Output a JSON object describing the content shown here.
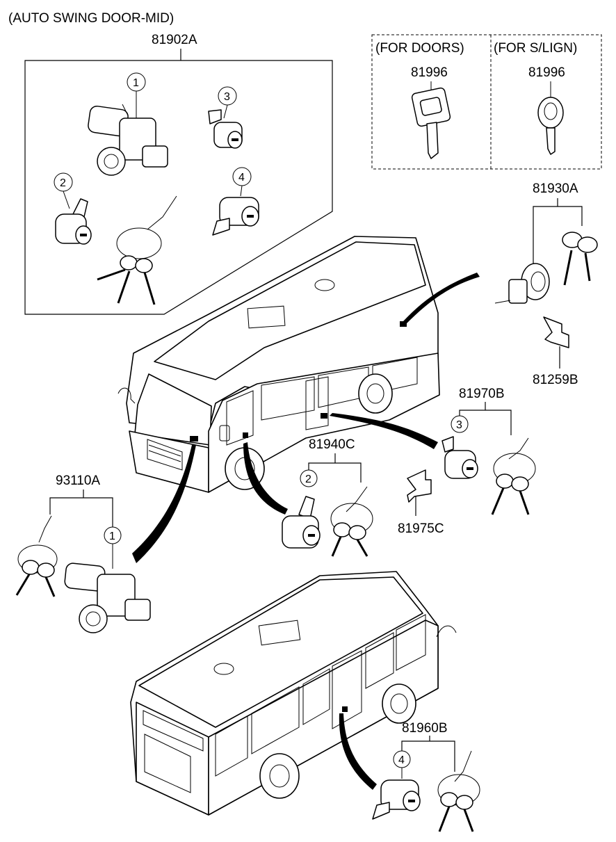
{
  "header": {
    "title": "(AUTO SWING DOOR-MID)"
  },
  "keys_box": {
    "for_doors": "(FOR DOORS)",
    "for_slign": "(FOR S/LIGN)",
    "doors_part": "81996",
    "slign_part": "81996"
  },
  "parts": {
    "kit": "81902A",
    "ign": "81930A",
    "retainer": "81259B",
    "rear_lock": "81970B",
    "front_lock": "81940C",
    "clip": "81975C",
    "main_lock": "93110A",
    "rear_door_lock": "81960B"
  },
  "callouts": {
    "c1": "1",
    "c2": "2",
    "c3": "3",
    "c4": "4",
    "front_lock": "2",
    "rear_lock": "3",
    "main_lock": "1",
    "rear_door_lock": "4"
  }
}
